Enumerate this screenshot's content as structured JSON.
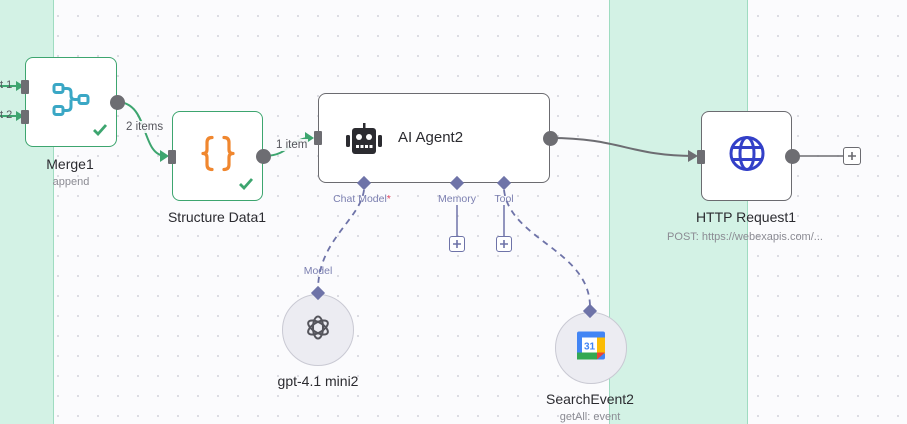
{
  "canvas": {
    "background": "#fbfbfd",
    "grid_dot_color": "#d4d4dc",
    "band_color": "#d3f2e5"
  },
  "colors": {
    "success": "#3da56f",
    "connector": "#6e73a8",
    "edge": "#6d6d72",
    "merge_icon": "#3aa7c5",
    "code_icon": "#f0872f",
    "globe_icon": "#3340c8"
  },
  "nodes": {
    "merge": {
      "name": "Merge1",
      "subtitle": "append",
      "icon": "merge-icon",
      "status": "success",
      "inputs": [
        "t 1",
        "t 2"
      ]
    },
    "structure": {
      "name": "Structure Data1",
      "icon": "code-braces-icon",
      "status": "success"
    },
    "agent": {
      "name": "AI Agent2",
      "icon": "robot-icon",
      "connectors": [
        {
          "label": "Chat Model",
          "required": "*"
        },
        {
          "label": "Memory"
        },
        {
          "label": "Tool"
        }
      ]
    },
    "http": {
      "name": "HTTP Request1",
      "subtitle": "POST: https://webexapis.com/...",
      "icon": "globe-icon"
    },
    "gpt": {
      "name": "gpt-4.1 mini2",
      "icon": "openai-icon",
      "port_label": "Model"
    },
    "search": {
      "name": "SearchEvent2",
      "subtitle": "getAll: event",
      "icon": "google-calendar-icon",
      "calendar_day": "31"
    }
  },
  "edges": [
    {
      "from": "Merge1",
      "to": "Structure Data1",
      "label": "2 items"
    },
    {
      "from": "Structure Data1",
      "to": "AI Agent2",
      "label": "1 item"
    },
    {
      "from": "AI Agent2",
      "to": "HTTP Request1"
    }
  ]
}
